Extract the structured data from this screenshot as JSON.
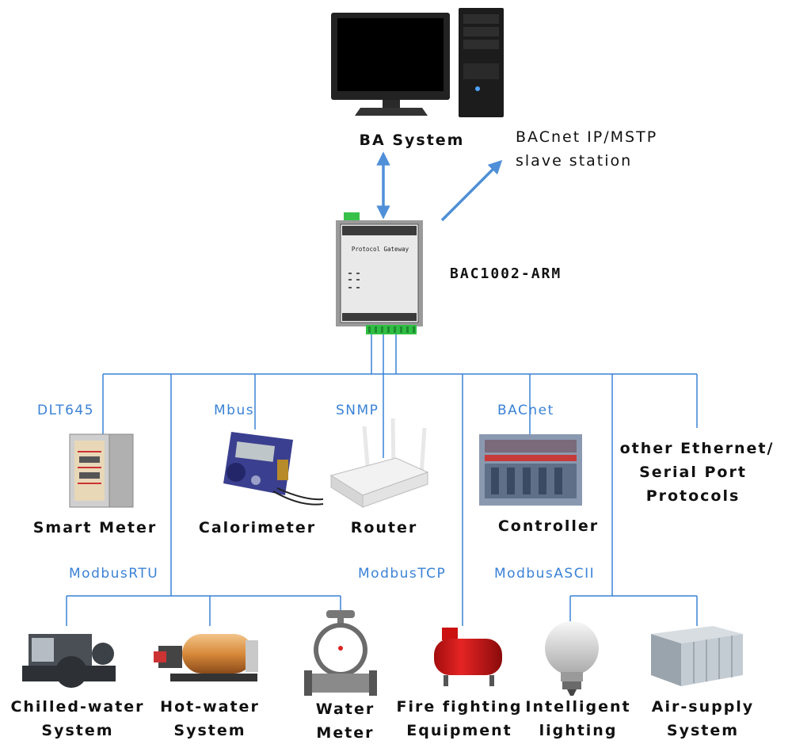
{
  "nodes": {
    "ba_system": "BA System",
    "slave_station": [
      "BACnet IP/MSTP",
      "slave station"
    ],
    "gateway_model": "BAC1002-ARM",
    "gateway_screen": "Protocol Gateway",
    "smart_meter": "Smart Meter",
    "calorimeter": "Calorimeter",
    "router": "Router",
    "controller": "Controller",
    "other": [
      "other Ethernet/",
      "Serial Port",
      "Protocols"
    ],
    "chilled_water": [
      "Chilled-water",
      "System"
    ],
    "hot_water": [
      "Hot-water",
      "System"
    ],
    "water_meter": [
      "Water",
      "Meter"
    ],
    "fire_fighting": [
      "Fire fighting",
      "Equipment"
    ],
    "intelligent_lighting": [
      "Intelligent",
      "lighting"
    ],
    "air_supply": [
      "Air-supply",
      "System"
    ]
  },
  "protocols": {
    "dlt645": "DLT645",
    "mbus": "Mbus",
    "snmp": "SNMP",
    "bacnet": "BACnet",
    "modbus_rtu": "ModbusRTU",
    "modbus_tcp": "ModbusTCP",
    "modbus_ascii": "ModbusASCII"
  },
  "colors": {
    "line": "#3a82d6",
    "text": "#111111",
    "protocol": "#3a82d6"
  },
  "icons": [
    "computer-icon",
    "gateway-icon",
    "cabinet-icon",
    "heat-meter-icon",
    "router-icon",
    "plc-icon",
    "chiller-icon",
    "boiler-icon",
    "water-meter-icon",
    "fire-tank-icon",
    "bulb-icon",
    "air-handler-icon"
  ]
}
